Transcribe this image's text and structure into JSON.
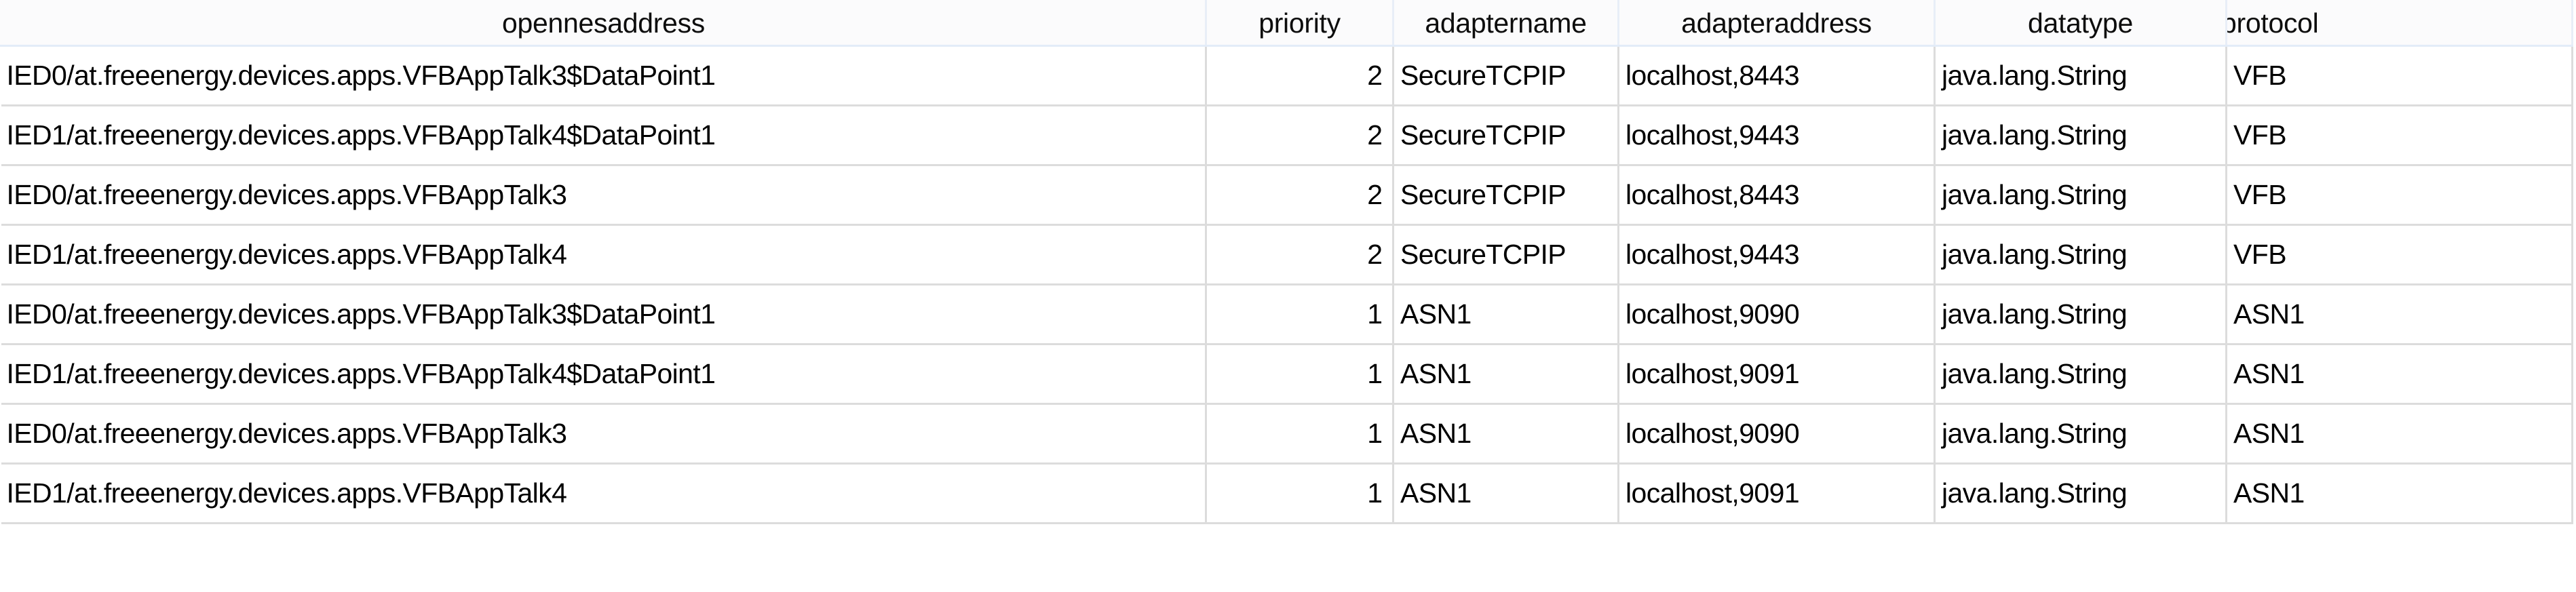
{
  "table": {
    "columns": [
      {
        "key": "opennesaddress",
        "label": "opennesaddress",
        "align": "left"
      },
      {
        "key": "priority",
        "label": "priority",
        "align": "right"
      },
      {
        "key": "adaptername",
        "label": "adaptername",
        "align": "left"
      },
      {
        "key": "adapteraddress",
        "label": "adapteraddress",
        "align": "left"
      },
      {
        "key": "datatype",
        "label": "datatype",
        "align": "left"
      },
      {
        "key": "protocol",
        "label": "protocol",
        "align": "left"
      }
    ],
    "rows": [
      {
        "opennesaddress": "IED0/at.freeenergy.devices.apps.VFBAppTalk3$DataPoint1",
        "priority": "2",
        "adaptername": "SecureTCPIP",
        "adapteraddress": "localhost,8443",
        "datatype": "java.lang.String",
        "protocol": "VFB"
      },
      {
        "opennesaddress": "IED1/at.freeenergy.devices.apps.VFBAppTalk4$DataPoint1",
        "priority": "2",
        "adaptername": "SecureTCPIP",
        "adapteraddress": "localhost,9443",
        "datatype": "java.lang.String",
        "protocol": "VFB"
      },
      {
        "opennesaddress": "IED0/at.freeenergy.devices.apps.VFBAppTalk3",
        "priority": "2",
        "adaptername": "SecureTCPIP",
        "adapteraddress": "localhost,8443",
        "datatype": "java.lang.String",
        "protocol": "VFB"
      },
      {
        "opennesaddress": "IED1/at.freeenergy.devices.apps.VFBAppTalk4",
        "priority": "2",
        "adaptername": "SecureTCPIP",
        "adapteraddress": "localhost,9443",
        "datatype": "java.lang.String",
        "protocol": "VFB"
      },
      {
        "opennesaddress": "IED0/at.freeenergy.devices.apps.VFBAppTalk3$DataPoint1",
        "priority": "1",
        "adaptername": "ASN1",
        "adapteraddress": "localhost,9090",
        "datatype": "java.lang.String",
        "protocol": "ASN1"
      },
      {
        "opennesaddress": "IED1/at.freeenergy.devices.apps.VFBAppTalk4$DataPoint1",
        "priority": "1",
        "adaptername": "ASN1",
        "adapteraddress": "localhost,9091",
        "datatype": "java.lang.String",
        "protocol": "ASN1"
      },
      {
        "opennesaddress": "IED0/at.freeenergy.devices.apps.VFBAppTalk3",
        "priority": "1",
        "adaptername": "ASN1",
        "adapteraddress": "localhost,9090",
        "datatype": "java.lang.String",
        "protocol": "ASN1"
      },
      {
        "opennesaddress": "IED1/at.freeenergy.devices.apps.VFBAppTalk4",
        "priority": "1",
        "adaptername": "ASN1",
        "adapteraddress": "localhost,9091",
        "datatype": "java.lang.String",
        "protocol": "ASN1"
      }
    ]
  },
  "colors": {
    "header_background": "#fbfbfc",
    "header_rule": "#e3ecf8",
    "grid_line": "#dcdcdc",
    "text": "#000000",
    "page_background": "#ffffff"
  }
}
